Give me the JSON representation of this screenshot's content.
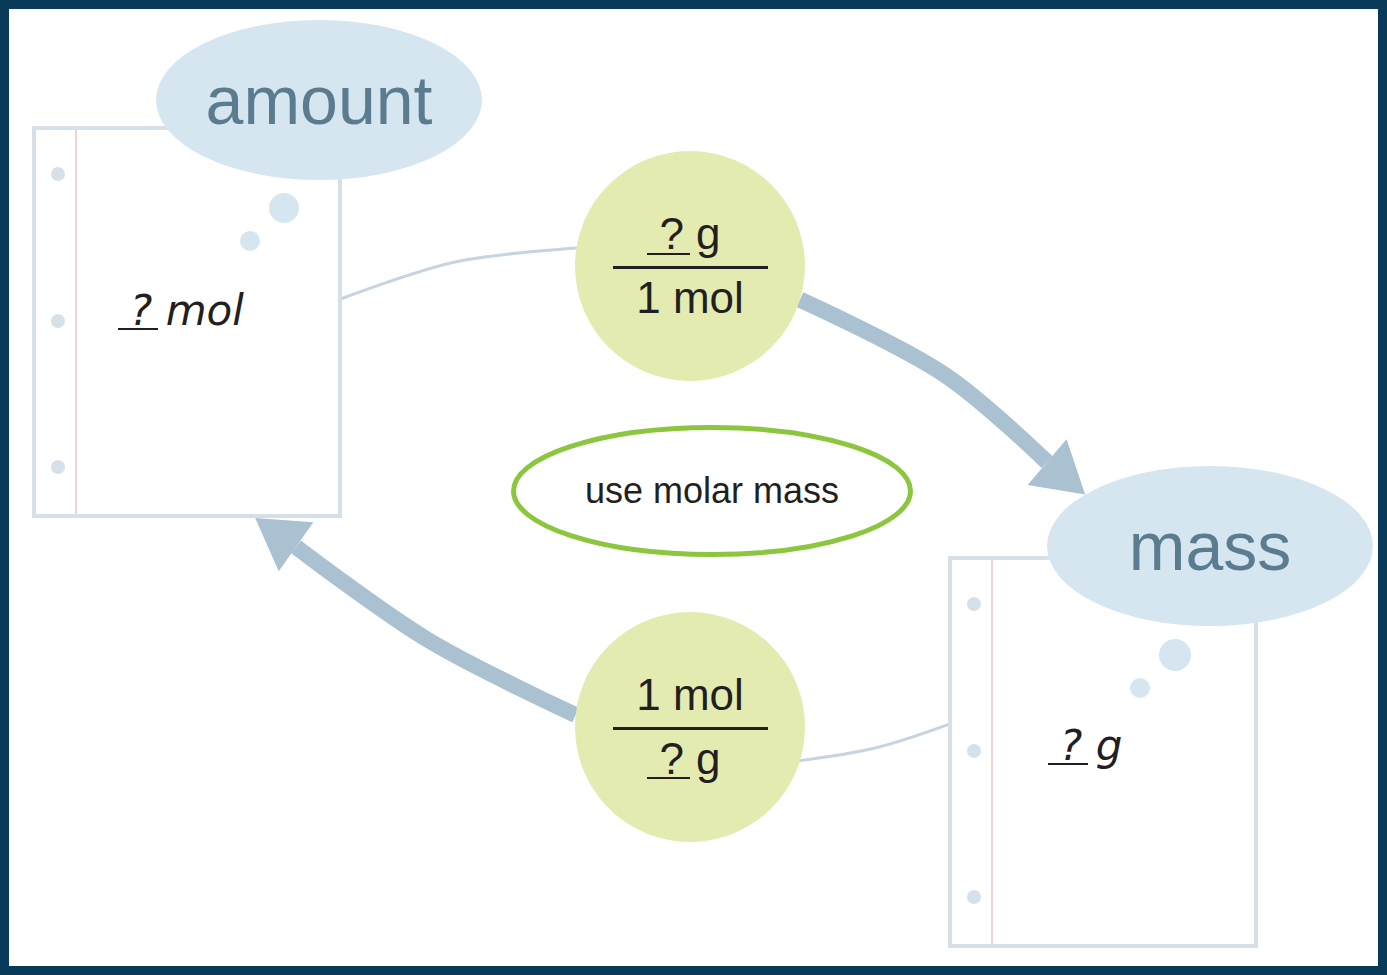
{
  "diagram": {
    "nodes": [
      {
        "text": [
          "amount"
        ]
      },
      {
        "text": [
          "? mol"
        ]
      },
      {
        "text": [
          "? g",
          "1 mol"
        ]
      },
      {
        "text": [
          "use molar mass"
        ]
      },
      {
        "text": [
          "mass"
        ]
      },
      {
        "text": [
          "? g"
        ]
      },
      {
        "text": [
          "1 mol",
          "? g"
        ]
      }
    ],
    "edges": [
      {
        "from": 1,
        "to": 2,
        "arrow": "none"
      },
      {
        "from": 2,
        "to": 4,
        "arrow": "to"
      },
      {
        "from": 5,
        "to": 6,
        "arrow": "none"
      },
      {
        "from": 6,
        "to": 1,
        "arrow": "to"
      }
    ]
  }
}
